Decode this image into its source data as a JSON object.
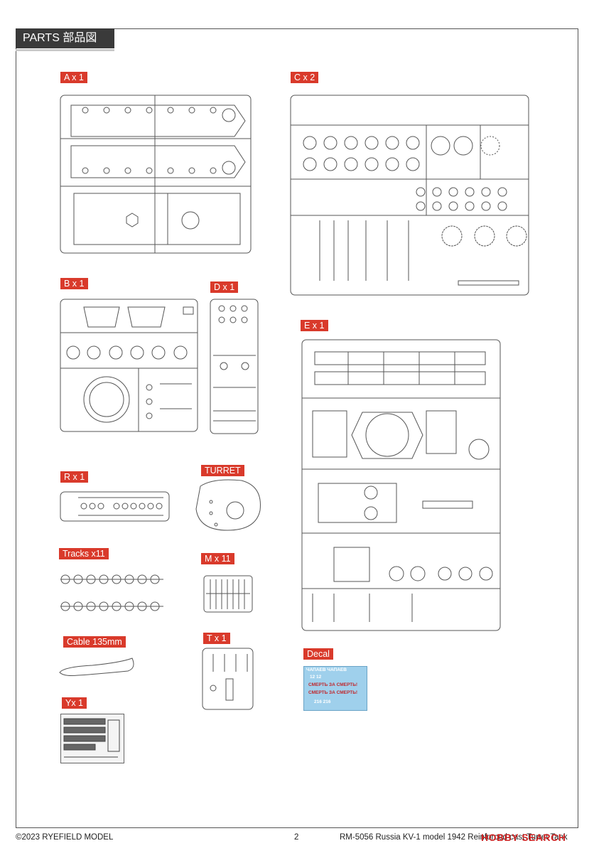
{
  "header": {
    "title": "PARTS  部品図"
  },
  "sprues": {
    "a": "A x 1",
    "b": "B x 1",
    "c": "C x 2",
    "d": "D x 1",
    "e": "E x 1",
    "r": "R x 1",
    "turret": "TURRET",
    "tracks": "Tracks x11",
    "m": "M x 11",
    "cable": "Cable  135mm",
    "t": "T x 1",
    "decal": "Decal",
    "y": "Yx 1"
  },
  "decal_sheet": {
    "line1": "ЧАПАЕВ ЧАПАЕВ",
    "line2": "12   12",
    "line3": "СМЕРТЬ ЗА СМЕРТЬ!",
    "line4": "СМЕРТЬ ЗА СМЕРТЬ!",
    "line5": "216  216"
  },
  "footer": {
    "copyright": "©2023 RYEFIELD MODEL",
    "page": "2",
    "product": "RM-5056 Russia KV-1 model 1942 Reinforced cast Turret Tank",
    "watermark": "HOBBY SEARCH"
  }
}
